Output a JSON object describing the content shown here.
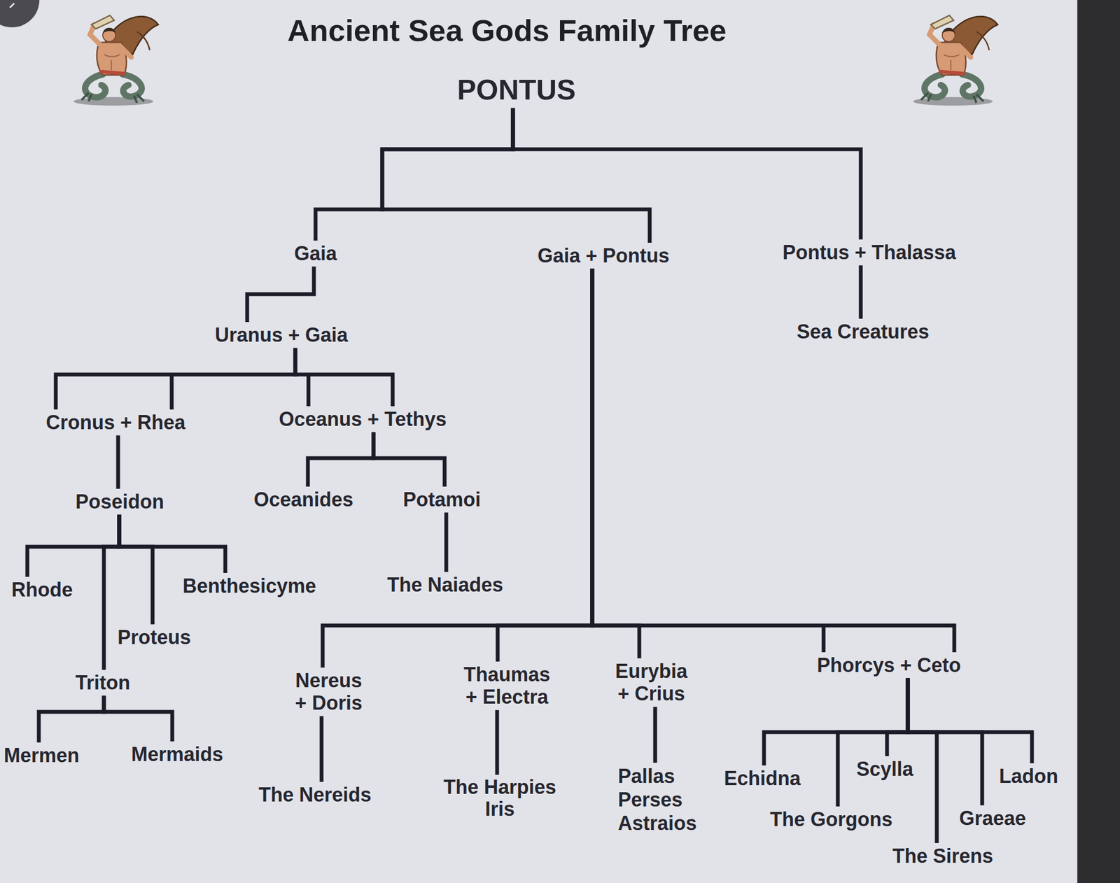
{
  "diagram": {
    "title": "Ancient Sea Gods Family Tree",
    "nodes": [
      {
        "text": [
          "PONTUS"
        ]
      },
      {
        "text": [
          "Gaia"
        ]
      },
      {
        "text": [
          "Gaia + Pontus"
        ]
      },
      {
        "text": [
          "Pontus + Thalassa"
        ]
      },
      {
        "text": [
          "Uranus + Gaia"
        ]
      },
      {
        "text": [
          "Sea Creatures"
        ]
      },
      {
        "text": [
          "Cronus + Rhea"
        ]
      },
      {
        "text": [
          "Oceanus + Tethys"
        ]
      },
      {
        "text": [
          "Poseidon"
        ]
      },
      {
        "text": [
          "Oceanides"
        ]
      },
      {
        "text": [
          "Potamoi"
        ]
      },
      {
        "text": [
          "Rhode"
        ]
      },
      {
        "text": [
          "Benthesicyme"
        ]
      },
      {
        "text": [
          "The Naiades"
        ]
      },
      {
        "text": [
          "Proteus"
        ]
      },
      {
        "text": [
          "Triton"
        ]
      },
      {
        "text": [
          "Nereus + Doris"
        ]
      },
      {
        "text": [
          "Thaumas + Electra"
        ]
      },
      {
        "text": [
          "Eurybia + Crius"
        ]
      },
      {
        "text": [
          "Phorcys + Ceto"
        ]
      },
      {
        "text": [
          "Mermen"
        ]
      },
      {
        "text": [
          "Mermaids"
        ]
      },
      {
        "text": [
          "The Nereids"
        ]
      },
      {
        "text": [
          "The Harpies",
          "Iris"
        ]
      },
      {
        "text": [
          "Pallas",
          "Perses",
          "Astraios"
        ]
      },
      {
        "text": [
          "Echidna"
        ]
      },
      {
        "text": [
          "Scylla"
        ]
      },
      {
        "text": [
          "Ladon"
        ]
      },
      {
        "text": [
          "The Gorgons"
        ]
      },
      {
        "text": [
          "Graeae"
        ]
      },
      {
        "text": [
          "The Sirens"
        ]
      }
    ],
    "edges": [
      {
        "from": 0,
        "to": 1,
        "arrow": "none"
      },
      {
        "from": 0,
        "to": 2,
        "arrow": "none"
      },
      {
        "from": 0,
        "to": 3,
        "arrow": "none"
      },
      {
        "from": 1,
        "to": 4,
        "arrow": "none"
      },
      {
        "from": 3,
        "to": 5,
        "arrow": "none"
      },
      {
        "from": 4,
        "to": 6,
        "arrow": "none"
      },
      {
        "from": 4,
        "to": 7,
        "arrow": "none"
      },
      {
        "from": 6,
        "to": 8,
        "arrow": "none"
      },
      {
        "from": 7,
        "to": 9,
        "arrow": "none"
      },
      {
        "from": 7,
        "to": 10,
        "arrow": "none"
      },
      {
        "from": 8,
        "to": 11,
        "arrow": "none"
      },
      {
        "from": 8,
        "to": 15,
        "arrow": "none"
      },
      {
        "from": 8,
        "to": 14,
        "arrow": "none"
      },
      {
        "from": 8,
        "to": 12,
        "arrow": "none"
      },
      {
        "from": 10,
        "to": 13,
        "arrow": "none"
      },
      {
        "from": 15,
        "to": 20,
        "arrow": "none"
      },
      {
        "from": 15,
        "to": 21,
        "arrow": "none"
      },
      {
        "from": 2,
        "to": 16,
        "arrow": "none"
      },
      {
        "from": 2,
        "to": 17,
        "arrow": "none"
      },
      {
        "from": 2,
        "to": 18,
        "arrow": "none"
      },
      {
        "from": 2,
        "to": 19,
        "arrow": "none"
      },
      {
        "from": 16,
        "to": 22,
        "arrow": "none"
      },
      {
        "from": 17,
        "to": 23,
        "arrow": "none"
      },
      {
        "from": 18,
        "to": 24,
        "arrow": "none"
      },
      {
        "from": 19,
        "to": 25,
        "arrow": "none"
      },
      {
        "from": 19,
        "to": 26,
        "arrow": "none"
      },
      {
        "from": 19,
        "to": 27,
        "arrow": "none"
      },
      {
        "from": 19,
        "to": 28,
        "arrow": "none"
      },
      {
        "from": 19,
        "to": 29,
        "arrow": "none"
      },
      {
        "from": 19,
        "to": 30,
        "arrow": "none"
      }
    ]
  }
}
